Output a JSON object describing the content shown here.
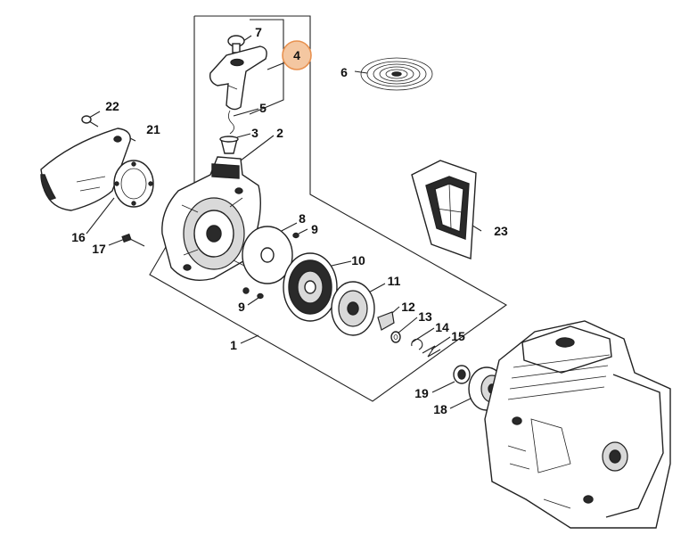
{
  "callouts": {
    "c1": "1",
    "c2": "2",
    "c3": "3",
    "c4": "4",
    "c5": "5",
    "c6": "6",
    "c7": "7",
    "c8": "8",
    "c9a": "9",
    "c9b": "9",
    "c10": "10",
    "c11": "11",
    "c12": "12",
    "c13": "13",
    "c14": "14",
    "c15": "15",
    "c16": "16",
    "c17": "17",
    "c18": "18",
    "c19": "19",
    "c21": "21",
    "c22": "22",
    "c23": "23"
  },
  "highlight": {
    "part": "4",
    "color": "#f4c7a1",
    "border": "#e8914f"
  }
}
